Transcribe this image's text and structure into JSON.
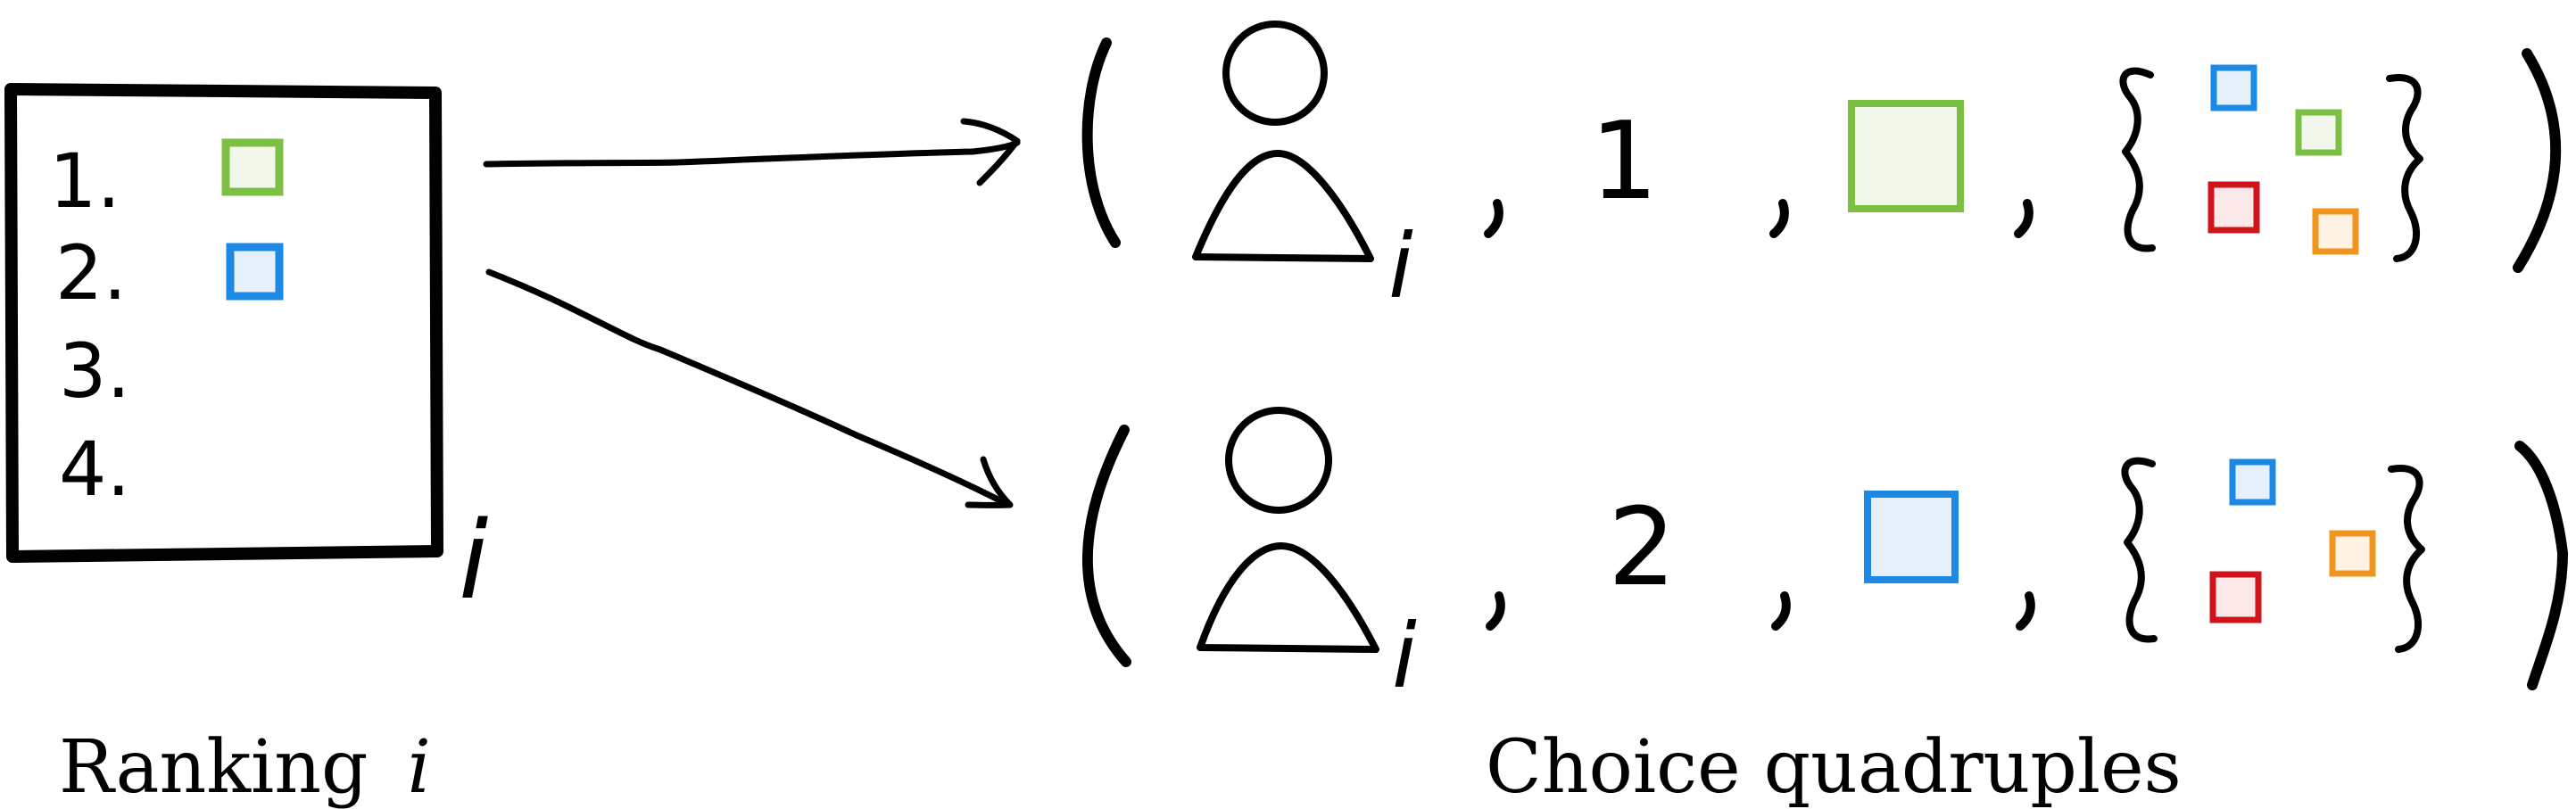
{
  "ranking": {
    "items": [
      {
        "rank": "1.",
        "item_color": "#7bc043",
        "item_fill": "#f1f7ea"
      },
      {
        "rank": "2.",
        "item_color": "#1e88e5",
        "item_fill": "#e6f0fb"
      },
      {
        "rank": "3."
      },
      {
        "rank": "4."
      }
    ],
    "subscript": "i",
    "caption_text": "Ranking",
    "caption_var": "i"
  },
  "quadruples": {
    "caption": "Choice quadruples",
    "rows": [
      {
        "user_subscript": "i",
        "position": "1",
        "chosen": {
          "color": "#7bc043",
          "fill": "#f1f7ea"
        },
        "choice_set": [
          {
            "color": "#1e88e5",
            "fill": "#e6f0fb"
          },
          {
            "color": "#7bc043",
            "fill": "#f1f7ea"
          },
          {
            "color": "#d0141c",
            "fill": "#fbe9e9"
          },
          {
            "color": "#f0961e",
            "fill": "#fdf2e3"
          }
        ]
      },
      {
        "user_subscript": "i",
        "position": "2",
        "chosen": {
          "color": "#1e88e5",
          "fill": "#e6f0fb"
        },
        "choice_set": [
          {
            "color": "#1e88e5",
            "fill": "#e6f0fb"
          },
          {
            "color": "#f0961e",
            "fill": "#fdf2e3"
          },
          {
            "color": "#d0141c",
            "fill": "#fbe9e9"
          }
        ]
      }
    ]
  }
}
